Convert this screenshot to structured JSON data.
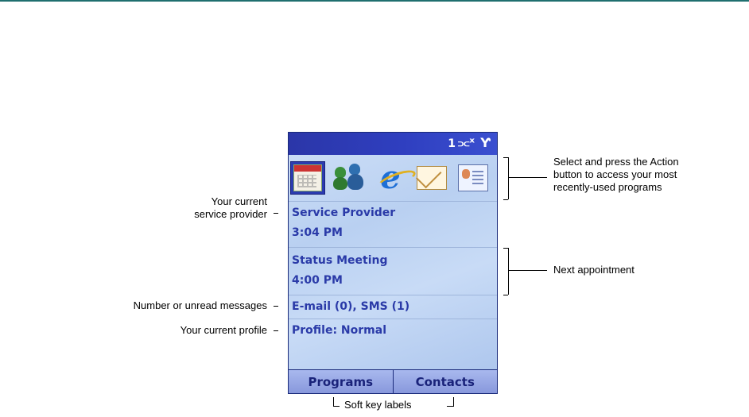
{
  "status_bar": {
    "text": "1",
    "icons": [
      "network-off-icon",
      "signal-icon"
    ],
    "glyph_1": "⫗ˣ",
    "glyph_2": "Ƴ"
  },
  "recent_programs": [
    {
      "name": "Calendar",
      "icon": "calendar-icon",
      "selected": true
    },
    {
      "name": "MSN Messenger",
      "icon": "messenger-icon"
    },
    {
      "name": "Internet Explorer",
      "icon": "internet-explorer-icon"
    },
    {
      "name": "Messaging",
      "icon": "envelope-icon"
    },
    {
      "name": "Contacts",
      "icon": "contact-card-icon"
    }
  ],
  "home": {
    "provider": {
      "name": "Service Provider",
      "time": "3:04 PM"
    },
    "appointment": {
      "title": "Status Meeting",
      "time": "4:00 PM"
    },
    "messages": "E-mail (0), SMS (1)",
    "profile": "Profile: Normal"
  },
  "softkeys": {
    "left": "Programs",
    "right": "Contacts"
  },
  "callouts": {
    "service_provider_1": "Your current",
    "service_provider_2": "service provider",
    "unread": "Number or unread messages",
    "profile": "Your current profile",
    "recent_1": "Select and press the Action",
    "recent_2": "button to access your most",
    "recent_3": "recently-used programs",
    "appointment": "Next appointment",
    "softkeys": "Soft key labels"
  },
  "colors": {
    "status_bar": "#2f3fc0",
    "text_blue": "#2a3aa8",
    "softkey_bg": "#a8b8ee"
  }
}
